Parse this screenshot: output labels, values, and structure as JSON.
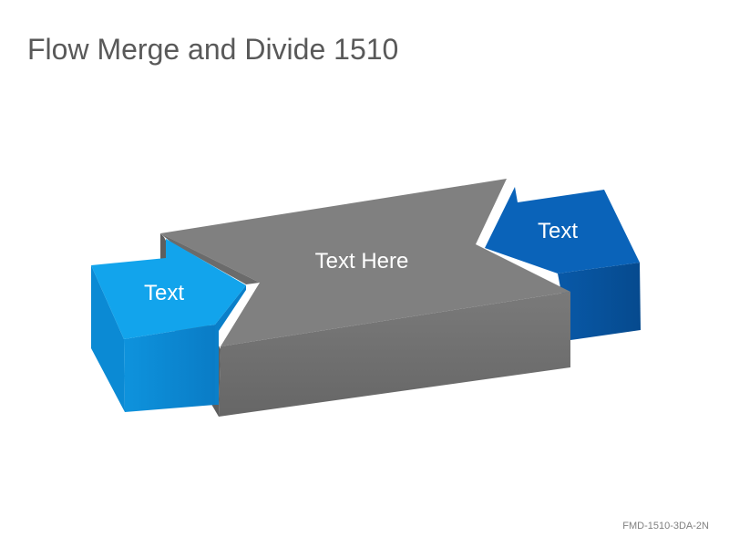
{
  "title": "Flow Merge and Divide 1510",
  "footer_code": "FMD-1510-3DA-2N",
  "colors": {
    "center_top": "#808080",
    "center_front": "#6d6d6d",
    "left_arrow": "#12a4ec",
    "left_arrow_dark": "#0b86cf",
    "right_arrow": "#0962b8",
    "right_arrow_dark": "#07509a"
  },
  "diagram": {
    "center_label": "Text Here",
    "left_label": "Text",
    "right_label": "Text"
  }
}
